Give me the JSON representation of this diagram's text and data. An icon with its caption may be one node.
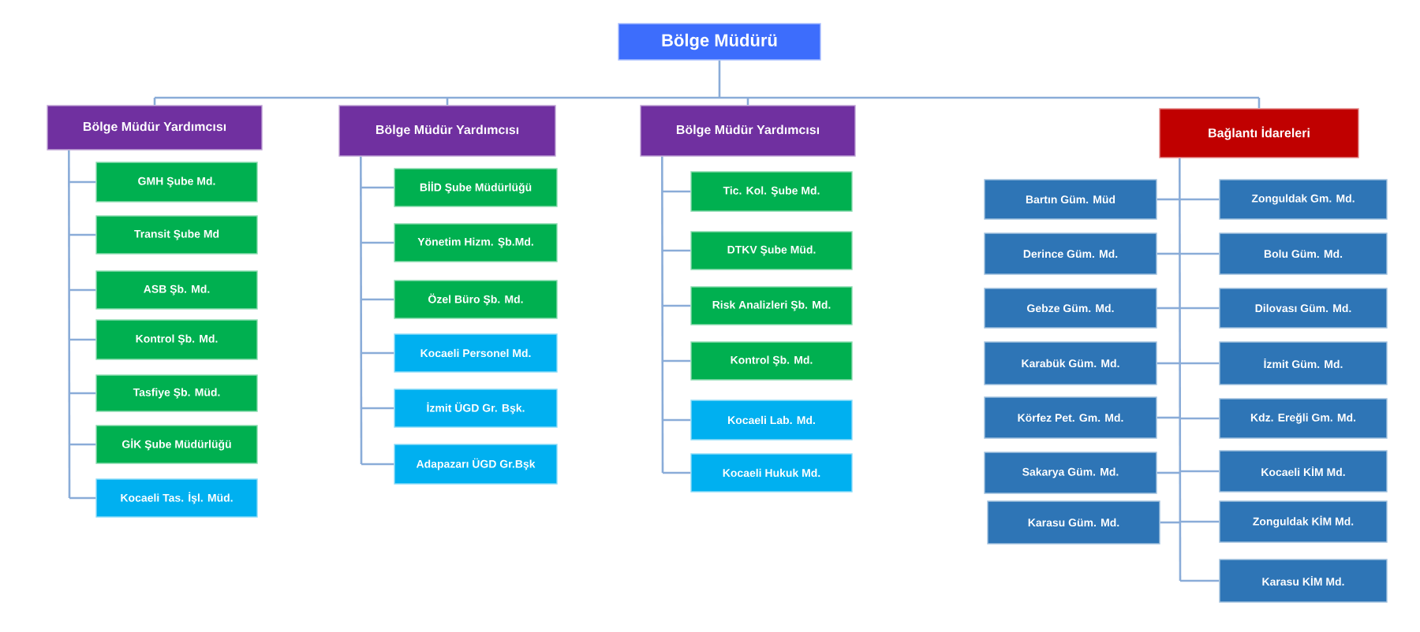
{
  "diagram": {
    "nodes": [
      {
        "text": [
          "Bölge Müdürü"
        ]
      },
      {
        "text": [
          "Bölge Müdür Yardımcısı"
        ]
      },
      {
        "text": [
          "Bölge Müdür Yardımcısı"
        ]
      },
      {
        "text": [
          "Bölge Müdür Yardımcısı"
        ]
      },
      {
        "text": [
          "Bağlantı İdareleri"
        ]
      },
      {
        "text": [
          "GMH Şube Md."
        ]
      },
      {
        "text": [
          "Transit Şube Md"
        ]
      },
      {
        "text": [
          "ASB Şb. Md."
        ]
      },
      {
        "text": [
          "Kontrol Şb. Md."
        ]
      },
      {
        "text": [
          "Tasfiye Şb. Müd."
        ]
      },
      {
        "text": [
          "GİK Şube Müdürlüğü"
        ]
      },
      {
        "text": [
          "Kocaeli Tas. İşl. Müd."
        ]
      },
      {
        "text": [
          "BİİD Şube Müdürlüğü"
        ]
      },
      {
        "text": [
          "Yönetim Hizm. Şb.Md."
        ]
      },
      {
        "text": [
          "Özel Büro Şb. Md."
        ]
      },
      {
        "text": [
          "Kocaeli Personel Md."
        ]
      },
      {
        "text": [
          "İzmit ÜGD Gr. Bşk."
        ]
      },
      {
        "text": [
          "Adapazarı ÜGD Gr.Bşk"
        ]
      },
      {
        "text": [
          "Tic. Kol. Şube Md."
        ]
      },
      {
        "text": [
          "DTKV Şube Müd."
        ]
      },
      {
        "text": [
          "Risk Analizleri Şb. Md."
        ]
      },
      {
        "text": [
          "Kontrol Şb. Md."
        ]
      },
      {
        "text": [
          "Kocaeli Lab. Md."
        ]
      },
      {
        "text": [
          "Kocaeli Hukuk Md."
        ]
      },
      {
        "text": [
          "Bartın Güm. Müd"
        ]
      },
      {
        "text": [
          "Zonguldak Gm. Md."
        ]
      },
      {
        "text": [
          "Derince Güm. Md."
        ]
      },
      {
        "text": [
          "Bolu Güm. Md."
        ]
      },
      {
        "text": [
          "Gebze Güm. Md."
        ]
      },
      {
        "text": [
          "Dilovası Güm. Md."
        ]
      },
      {
        "text": [
          "Karabük Güm. Md."
        ]
      },
      {
        "text": [
          "İzmit Güm. Md."
        ]
      },
      {
        "text": [
          "Körfez Pet. Gm. Md."
        ]
      },
      {
        "text": [
          "Kdz. Ereğli Gm. Md."
        ]
      },
      {
        "text": [
          "Sakarya Güm. Md."
        ]
      },
      {
        "text": [
          "Kocaeli KİM Md."
        ]
      },
      {
        "text": [
          "Karasu Güm. Md."
        ]
      },
      {
        "text": [
          "Zonguldak KİM Md."
        ]
      },
      {
        "text": [
          "Karasu KİM Md."
        ]
      }
    ],
    "edges": [
      {
        "from": 0,
        "to": 1,
        "arrow": "none"
      },
      {
        "from": 0,
        "to": 2,
        "arrow": "none"
      },
      {
        "from": 0,
        "to": 3,
        "arrow": "none"
      },
      {
        "from": 0,
        "to": 4,
        "arrow": "none"
      },
      {
        "from": 1,
        "to": 5,
        "arrow": "none"
      },
      {
        "from": 1,
        "to": 6,
        "arrow": "none"
      },
      {
        "from": 1,
        "to": 7,
        "arrow": "none"
      },
      {
        "from": 1,
        "to": 8,
        "arrow": "none"
      },
      {
        "from": 1,
        "to": 9,
        "arrow": "none"
      },
      {
        "from": 1,
        "to": 10,
        "arrow": "none"
      },
      {
        "from": 1,
        "to": 11,
        "arrow": "none"
      },
      {
        "from": 2,
        "to": 12,
        "arrow": "none"
      },
      {
        "from": 2,
        "to": 13,
        "arrow": "none"
      },
      {
        "from": 2,
        "to": 14,
        "arrow": "none"
      },
      {
        "from": 2,
        "to": 15,
        "arrow": "none"
      },
      {
        "from": 2,
        "to": 16,
        "arrow": "none"
      },
      {
        "from": 2,
        "to": 17,
        "arrow": "none"
      },
      {
        "from": 3,
        "to": 18,
        "arrow": "none"
      },
      {
        "from": 3,
        "to": 19,
        "arrow": "none"
      },
      {
        "from": 3,
        "to": 20,
        "arrow": "none"
      },
      {
        "from": 3,
        "to": 21,
        "arrow": "none"
      },
      {
        "from": 3,
        "to": 22,
        "arrow": "none"
      },
      {
        "from": 3,
        "to": 23,
        "arrow": "none"
      },
      {
        "from": 4,
        "to": 24,
        "arrow": "none"
      },
      {
        "from": 4,
        "to": 25,
        "arrow": "none"
      },
      {
        "from": 4,
        "to": 26,
        "arrow": "none"
      },
      {
        "from": 4,
        "to": 27,
        "arrow": "none"
      },
      {
        "from": 4,
        "to": 28,
        "arrow": "none"
      },
      {
        "from": 4,
        "to": 29,
        "arrow": "none"
      },
      {
        "from": 4,
        "to": 30,
        "arrow": "none"
      },
      {
        "from": 4,
        "to": 31,
        "arrow": "none"
      },
      {
        "from": 4,
        "to": 32,
        "arrow": "none"
      },
      {
        "from": 4,
        "to": 33,
        "arrow": "none"
      },
      {
        "from": 4,
        "to": 34,
        "arrow": "none"
      },
      {
        "from": 4,
        "to": 35,
        "arrow": "none"
      },
      {
        "from": 4,
        "to": 36,
        "arrow": "none"
      },
      {
        "from": 4,
        "to": 37,
        "arrow": "none"
      },
      {
        "from": 4,
        "to": 38,
        "arrow": "none"
      }
    ]
  }
}
